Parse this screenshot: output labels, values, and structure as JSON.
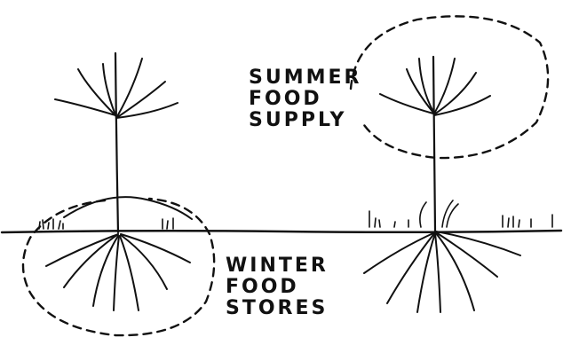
{
  "labels": {
    "summer": [
      "SUMMER",
      "FOOD",
      "SUPPLY"
    ],
    "winter": [
      "WINTER",
      "FOOD",
      "STORES"
    ]
  },
  "colors": {
    "ink": "#111111",
    "paper": "#ffffff"
  }
}
